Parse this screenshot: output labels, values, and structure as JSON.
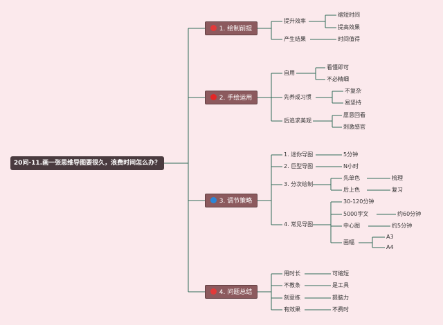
{
  "root": {
    "label": "20问-11.画一张思维导图要很久，浪费时间怎么办？"
  },
  "branches": [
    {
      "label": "1. 绘制前提",
      "dot_color": "#e23a3a",
      "items": [
        {
          "label": "提升效率",
          "children": [
            "缩短时间",
            "提高效果"
          ]
        },
        {
          "label": "产生结果",
          "children": [
            "时间值得"
          ]
        }
      ]
    },
    {
      "label": "2. 手绘运用",
      "dot_color": "#e32626",
      "items": [
        {
          "label": "自用",
          "children": [
            "看懂即可",
            "不必精细"
          ]
        },
        {
          "label": "先养成习惯",
          "children": [
            "不复杂",
            "易坚持"
          ]
        },
        {
          "label": "后追求美观",
          "children": [
            "愿意回看",
            "刺激感官"
          ]
        }
      ]
    },
    {
      "label": "3. 调节策略",
      "dot_color": "#2a86d8",
      "items": [
        {
          "label": "1. 迷你导图",
          "children": [
            "5分钟"
          ]
        },
        {
          "label": "2. 巨型导图",
          "children": [
            "N小时"
          ]
        },
        {
          "label": "3. 分次绘制",
          "children": [
            [
              "先单色",
              "梳理"
            ],
            [
              "后上色",
              "复习"
            ]
          ]
        },
        {
          "label": "4. 常见导图",
          "children": [
            [
              "30-120分钟"
            ],
            [
              "5000字文",
              "约60分钟"
            ],
            [
              "中心图",
              "约5分钟"
            ],
            [
              "画幅",
              "A3",
              "A4"
            ]
          ]
        }
      ]
    },
    {
      "label": "4. 问题总结",
      "dot_color": "#e23a3a",
      "items": [
        {
          "label": "用时长",
          "children": [
            "可缩短"
          ]
        },
        {
          "label": "不教条",
          "children": [
            "是工具"
          ]
        },
        {
          "label": "刻意练",
          "children": [
            "提脑力"
          ]
        },
        {
          "label": "有效果",
          "children": [
            "不费时"
          ]
        }
      ]
    }
  ],
  "colors": {
    "background": "#fbe9ec",
    "line": "#2f6b57",
    "root_fill": "#4a3b3f",
    "branch_fill": "#8c5a5e"
  }
}
